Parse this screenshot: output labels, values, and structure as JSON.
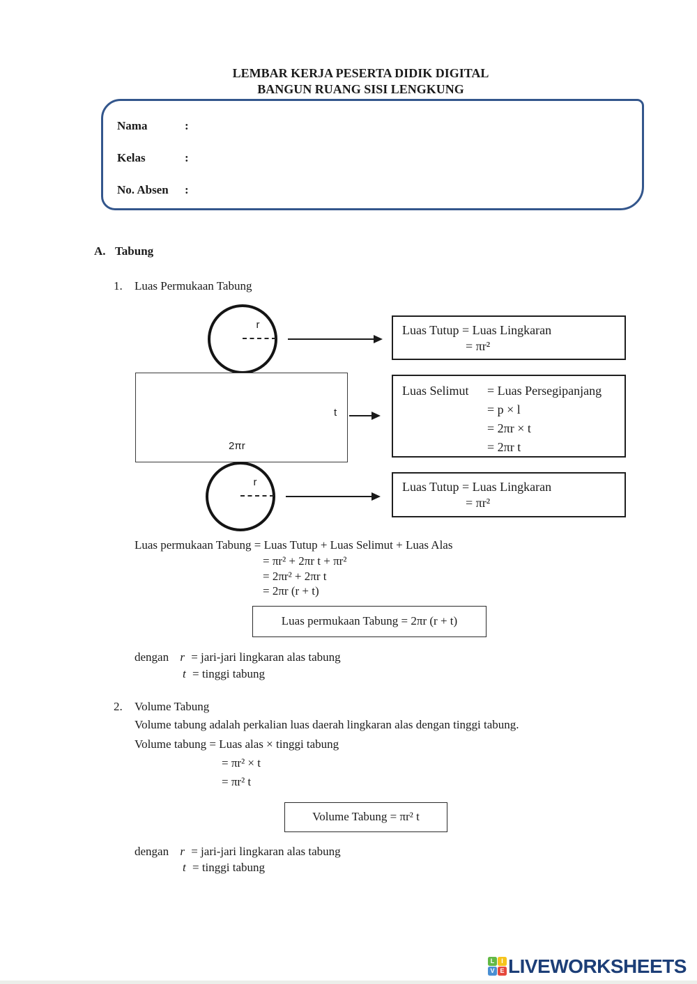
{
  "header": {
    "title_line1": "LEMBAR KERJA PESERTA DIDIK DIGITAL",
    "title_line2": "BANGUN RUANG SISI LENGKUNG"
  },
  "identity": {
    "rows": [
      {
        "label": "Nama",
        "colon": ":",
        "value": ""
      },
      {
        "label": "Kelas",
        "colon": ":",
        "value": ""
      },
      {
        "label": "No. Absen",
        "colon": ":",
        "value": ""
      }
    ]
  },
  "section_a": {
    "number": "A.",
    "title": "Tabung",
    "item1_number": "1.",
    "item1_title": "Luas Permukaan Tabung"
  },
  "diagram": {
    "top_circle_r": "r",
    "rect_t": "t",
    "rect_2pir": "2πr",
    "bottom_circle_r": "r",
    "box_top": {
      "line1": "Luas Tutup = Luas Lingkaran",
      "line2": "= πr²"
    },
    "box_mid": {
      "head": "Luas Selimut",
      "eq1": "= Luas Persegipanjang",
      "line2": "= p × l",
      "line3": "= 2πr × t",
      "line4": "= 2πr t"
    },
    "box_bottom": {
      "line1": "Luas Tutup = Luas Lingkaran",
      "line2": "= πr²"
    }
  },
  "surface": {
    "line1": "Luas permukaan Tabung = Luas Tutup + Luas Selimut + Luas Alas",
    "line2": "= πr² + 2πr t + πr²",
    "line3": "= 2πr² + 2πr t",
    "line4": "= 2πr (r + t)",
    "boxed": "Luas permukaan Tabung =  2πr (r + t)"
  },
  "notes1": {
    "dengan": "dengan",
    "r_var": "r",
    "r_rest": "= jari-jari lingkaran alas tabung",
    "t_var": "t",
    "t_rest": "= tinggi tabung"
  },
  "volume": {
    "number": "2.",
    "title": "Volume Tabung",
    "desc": "Volume tabung adalah perkalian luas daerah lingkaran alas dengan tinggi tabung.",
    "line1": "Volume tabung = Luas alas × tinggi tabung",
    "line2": "= πr² × t",
    "line3": "= πr² t",
    "boxed": "Volume Tabung =  πr² t"
  },
  "notes2": {
    "dengan": "dengan",
    "r_var": "r",
    "r_rest": "= jari-jari lingkaran alas tabung",
    "t_var": "t",
    "t_rest": "= tinggi tabung"
  },
  "footer": {
    "tiles": [
      {
        "letter": "L",
        "color": "#63b945"
      },
      {
        "letter": "I",
        "color": "#f6c41c"
      },
      {
        "letter": "V",
        "color": "#4a8fd3"
      },
      {
        "letter": "E",
        "color": "#e6483d"
      }
    ],
    "logo_text": "LIVEWORKSHEETS"
  },
  "colors": {
    "identity_box_border": "#33568c",
    "logo_navy": "#1c3e77",
    "text": "#1b1b1b"
  }
}
